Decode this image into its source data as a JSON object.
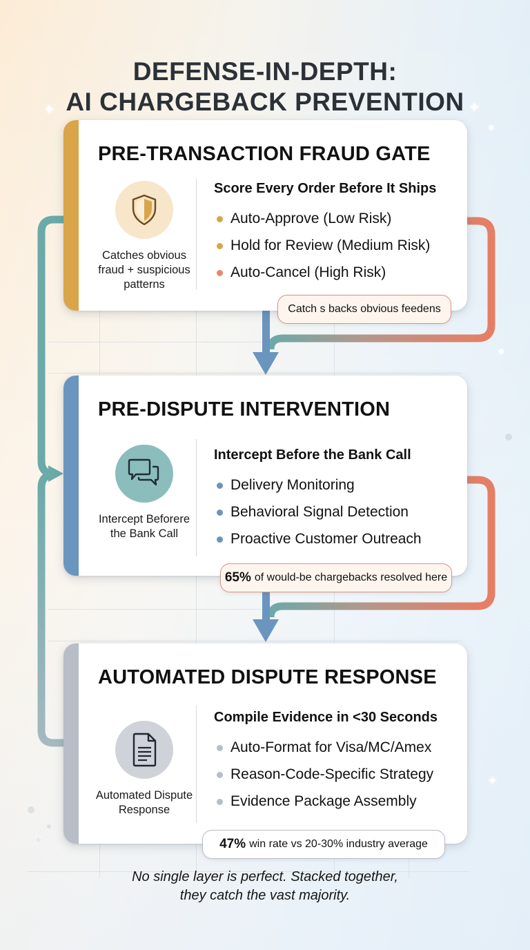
{
  "title": {
    "line1": "DEFENSE-IN-DEPTH:",
    "line2": "AI CHARGEBACK PREVENTION"
  },
  "colors": {
    "gold": "#d9a548",
    "blue": "#6a95bf",
    "grey": "#b7bec8",
    "teal": "#6aaaa9",
    "coral": "#e47f66"
  },
  "layers": [
    {
      "title": "PRE-TRANSACTION FRAUD GATE",
      "icon": "shield-icon",
      "caption": "Catches obvious fraud + suspicious patterns",
      "subhead": "Score Every Order Before It Ships",
      "bullets": [
        "Auto-Approve (Low Risk)",
        "Hold for Review (Medium Risk)",
        "Auto-Cancel (High Risk)"
      ],
      "callout": {
        "bold": "",
        "text": "Catch s backs obvious feedens"
      }
    },
    {
      "title": "PRE-DISPUTE INTERVENTION",
      "icon": "chat-bubbles-icon",
      "caption": "Intercept Beforere the Bank Call",
      "subhead": "Intercept Before the Bank Call",
      "bullets": [
        "Delivery Monitoring",
        "Behavioral Signal Detection",
        "Proactive Customer Outreach"
      ],
      "callout": {
        "bold": "65%",
        "text": "of would-be chargebacks resolved here"
      }
    },
    {
      "title": "AUTOMATED DISPUTE RESPONSE",
      "icon": "document-icon",
      "caption": "Automated Dispute Response",
      "subhead": "Compile Evidence in <30 Seconds",
      "bullets": [
        "Auto-Format for Visa/MC/Amex",
        "Reason-Code-Specific Strategy",
        "Evidence Package Assembly"
      ],
      "callout": {
        "bold": "47%",
        "text": "win rate vs 20-30% industry average"
      }
    }
  ],
  "footer": {
    "line1": "No single layer is perfect. Stacked together,",
    "line2": "they catch the vast majority."
  }
}
